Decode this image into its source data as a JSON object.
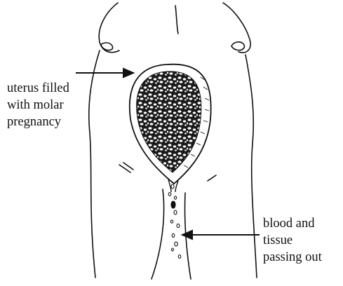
{
  "labels": {
    "uterus": [
      "uterus filled",
      "with molar",
      "pregnancy"
    ],
    "blood": [
      "blood and",
      "tissue",
      "passing out"
    ]
  },
  "colors": {
    "ink": "#111111",
    "paper": "#ffffff",
    "molar_fill": "#1a1a1a"
  }
}
